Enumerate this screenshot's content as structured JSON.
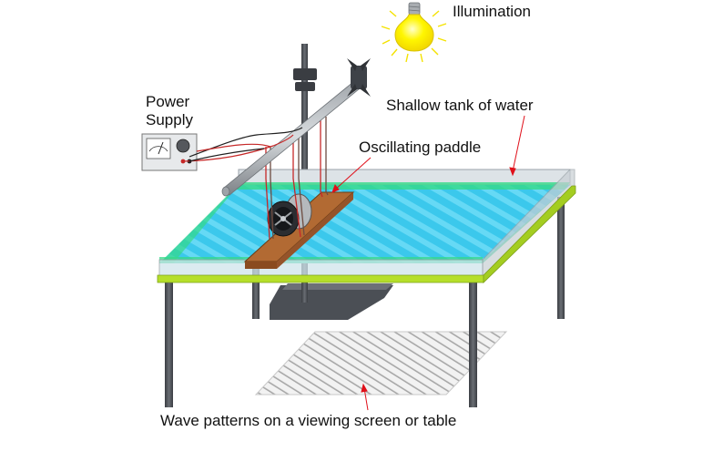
{
  "labels": {
    "illumination": "Illumination",
    "power_supply_line1": "Power",
    "power_supply_line2": "Supply",
    "shallow_tank": "Shallow tank of water",
    "oscillating_paddle": "Oscillating paddle",
    "wave_patterns": "Wave patterns on a viewing screen or table"
  },
  "colors": {
    "water": "#39c9ec",
    "water_edge": "#36d98a",
    "table_frame": "#b6df2a",
    "glass": "#d7dde2",
    "legs": "#4a4d52",
    "paddle_wood": "#b26a33",
    "bulb": "#fff200",
    "annotation_arrow": "#e0101a",
    "wire_red": "#c62828",
    "wire_black": "#202020"
  },
  "icons": [
    "light-bulb-icon",
    "power-supply-meter-icon",
    "motor-icon",
    "clamp-icon"
  ]
}
